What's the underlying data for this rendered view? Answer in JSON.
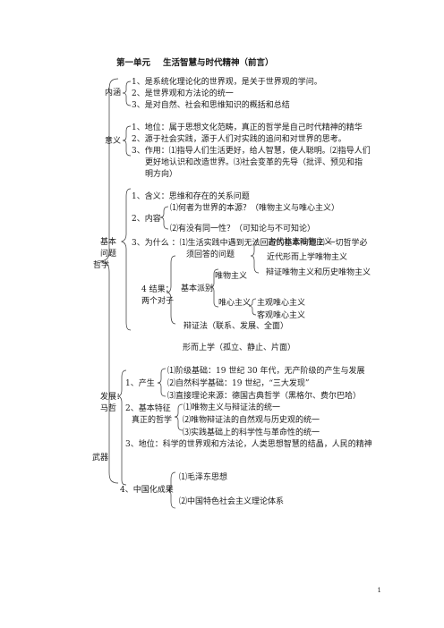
{
  "title": {
    "unit": "第一单元",
    "name": "生活智慧与时代精神（前言）"
  },
  "root": {
    "label_1": "哲学",
    "label_2": "武器"
  },
  "content": {
    "label": "内涵",
    "items": [
      "1、是系统化理论化的世界观，是关于世界观的学问。",
      "2、是世界观和方法论的统一",
      "3、是对自然、社会和思维知识的概括和总结"
    ]
  },
  "meaning": {
    "label": "意义",
    "items": [
      "1、地位：属于思想文化范畴，真正的哲学是自己时代精神的精华",
      "2、源于社会实践，源于人们对实践的追问和对世界的思考。",
      "3、作用：⑴指导人们生活更好，给人智慧，使人聪明。⑵指导人们",
      "更好地认识和改造世界。⑶社会变革的先导（批评、预见和指",
      "明方向）"
    ]
  },
  "basic": {
    "label_1": "基本",
    "label_2": "问题",
    "item1": "1、含义：思维和存在的关系问题",
    "item2_label": "2、内容",
    "item2_sub": [
      "⑴何者为世界的本源？（唯物主义与唯心主义）",
      "⑵有没有同一性？（可知论与不可知论）"
    ],
    "item3_line1": "3、为什么 ：⑴生活实践中遇到无法回避的基本问题⑵ 一切哲学必",
    "item3_line2": "须回答的问题",
    "item4_label_1": "4 结果：",
    "item4_label_2": "两个对子",
    "schools_label": "基本派别",
    "materialism_label": "唯物主义",
    "materialism_items": [
      "古代朴素唯物主义",
      "近代形而上学唯物主义",
      "辩证唯物主义和历史唯物主义"
    ],
    "idealism_label": "唯心主义",
    "idealism_items": [
      "主观唯心主义",
      "客观唯心主义"
    ],
    "dialectics": "辩证法（联系、发展、全面）",
    "metaphysics": "形而上学（孤立、静止、片面）"
  },
  "marxism": {
    "label_1": "发展：",
    "label_2": "马哲",
    "origin_label": "1、产生",
    "origin_items": [
      "⑴阶级基础：19 世纪 30 年代，无产阶级的产生与发展",
      "⑵自然科学基础：19 世纪，“三大发现”",
      "⑶直接理论来源：德国古典哲学（黑格尔、费尔巴哈）"
    ],
    "features_label_1": "2、基本特征",
    "features_label_2": "真正的哲学",
    "features_items": [
      "⑴唯物主义与辩证法的统一",
      "⑵唯物辩证法的自然观与历史观的统一",
      "⑶实践基础上的科学性与革命性的统一"
    ],
    "status": "3、地位：科学的世界观和方法论，人类思想智慧的结晶，人民的精神",
    "sinicization_label": "4、中国化成果",
    "sinicization_items": [
      "⑴毛泽东思想",
      "⑵中国特色社会主义理论体系"
    ]
  },
  "page_number": "1"
}
